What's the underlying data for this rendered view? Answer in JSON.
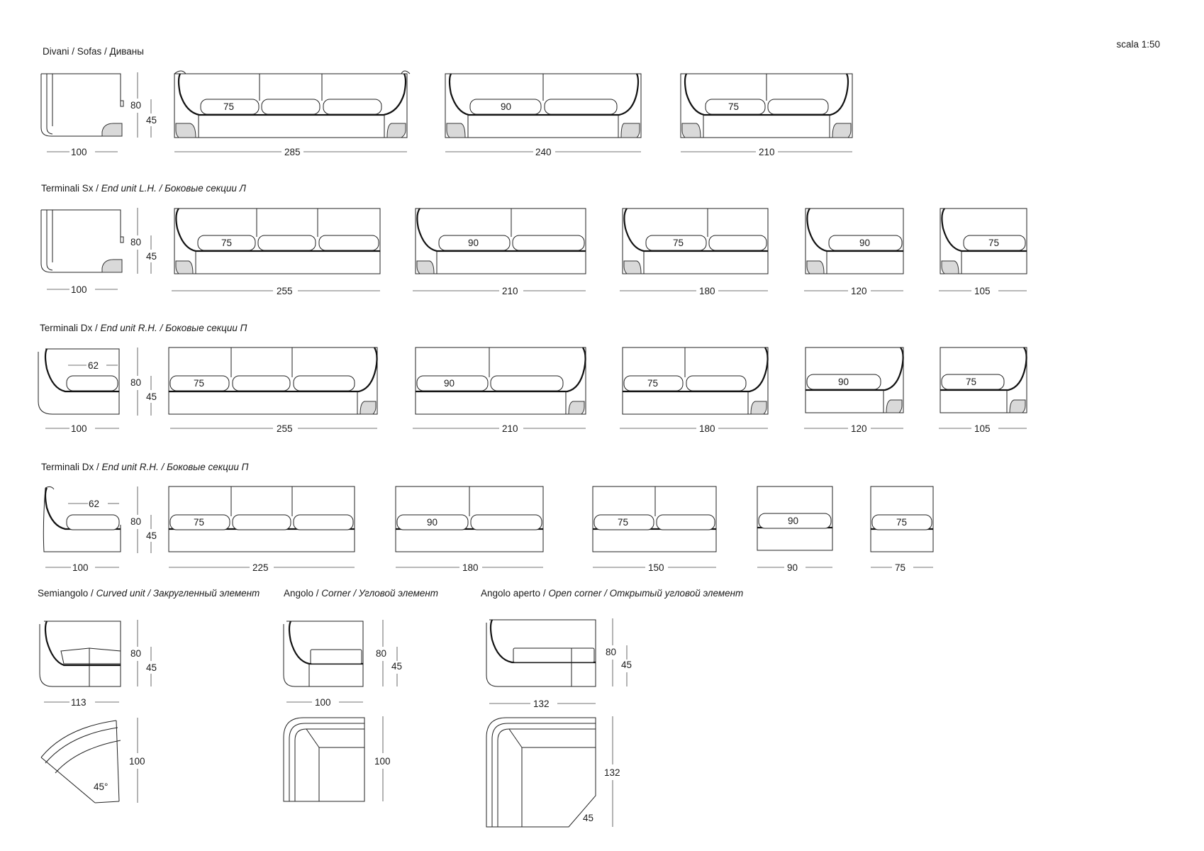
{
  "scale": "scala 1:50",
  "sections": [
    {
      "name_plain": "Divani / Sofas / ",
      "name_ru": "Диваны",
      "name_it": ""
    },
    {
      "name_plain": "Terminali Sx / ",
      "name_it": "End unit L.H.",
      "name_ru": " / Боковые секции Л"
    },
    {
      "name_plain": "Terminali Dx / ",
      "name_it": "End unit R.H.",
      "name_ru": " / Боковые секции П"
    },
    {
      "name_plain": "Terminali Dx / ",
      "name_it": "End unit R.H.",
      "name_ru": " / Боковые секции П"
    },
    {
      "name_plain": "Semiangolo / ",
      "name_it": "Curved unit",
      "name_ru": " / Закругленный элемент"
    },
    {
      "name_plain": "Angolo / ",
      "name_it": "Corner",
      "name_ru": " / Угловой элемент"
    },
    {
      "name_plain": "Angolo aperto / ",
      "name_it": "Open corner",
      "name_ru": " / Открытый угловой элемент"
    }
  ],
  "rows": [
    {
      "side": {
        "depth": "100",
        "height": "80",
        "seat": "45"
      },
      "units": [
        {
          "width": "285",
          "cushion": "75"
        },
        {
          "width": "240",
          "cushion": "90"
        },
        {
          "width": "210",
          "cushion": "75"
        }
      ]
    },
    {
      "side": {
        "depth": "100",
        "height": "80",
        "seat": "45"
      },
      "units": [
        {
          "width": "255",
          "cushion": "75"
        },
        {
          "width": "210",
          "cushion": "90"
        },
        {
          "width": "180",
          "cushion": "75"
        },
        {
          "width": "120",
          "cushion": "90"
        },
        {
          "width": "105",
          "cushion": "75"
        }
      ]
    },
    {
      "side": {
        "depth": "100",
        "height": "80",
        "seat": "45",
        "seat_depth": "62"
      },
      "units": [
        {
          "width": "255",
          "cushion": "75"
        },
        {
          "width": "210",
          "cushion": "90"
        },
        {
          "width": "180",
          "cushion": "75"
        },
        {
          "width": "120",
          "cushion": "90"
        },
        {
          "width": "105",
          "cushion": "75"
        }
      ]
    },
    {
      "side": {
        "depth": "100",
        "height": "80",
        "seat": "45",
        "seat_depth": "62"
      },
      "units": [
        {
          "width": "225",
          "cushion": "75"
        },
        {
          "width": "180",
          "cushion": "90"
        },
        {
          "width": "150",
          "cushion": "75"
        },
        {
          "width": "90",
          "cushion": "90"
        },
        {
          "width": "75",
          "cushion": "75"
        }
      ]
    }
  ],
  "corners": {
    "curved": {
      "width": "113",
      "height": "80",
      "seat": "45",
      "plan_depth": "100",
      "angle": "45°"
    },
    "corner": {
      "width": "100",
      "height": "80",
      "seat": "45",
      "plan_depth": "100"
    },
    "open": {
      "width": "132",
      "height": "80",
      "seat": "45",
      "plan_depth": "132",
      "cut": "45"
    }
  }
}
